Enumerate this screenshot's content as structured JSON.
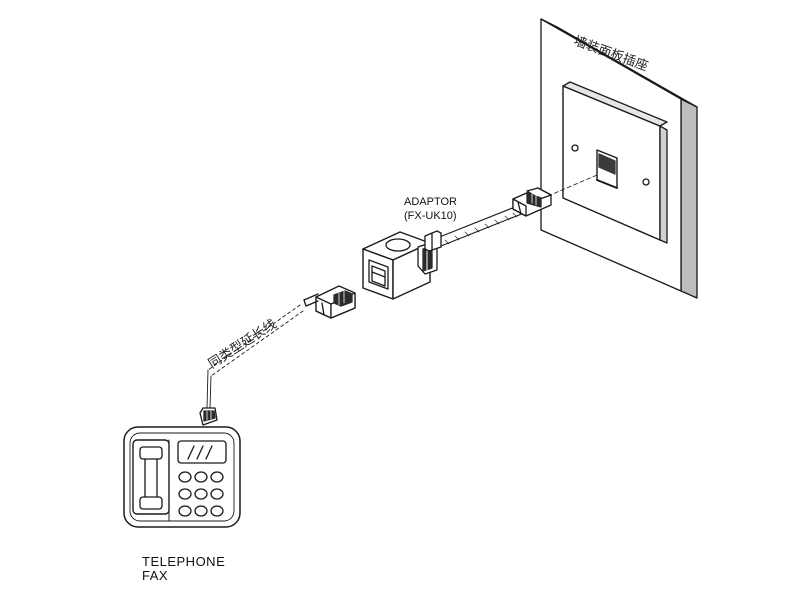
{
  "labels": {
    "wall_socket": "墙装面板插座",
    "adaptor_name": "ADAPTOR",
    "adaptor_model": "(FX-UK10)",
    "extension_cable": "同类型延长线",
    "device_line1": "TELEPHONE",
    "device_line2": "FAX"
  },
  "colors": {
    "line": "#1a1a1a",
    "wall_face": "#ffffff",
    "wall_side": "#bdbdbd",
    "plug_dark": "#2b2b2b"
  },
  "icons": [
    "wall-socket-icon",
    "rj11-plug-icon",
    "adaptor-icon",
    "telephone-icon"
  ]
}
